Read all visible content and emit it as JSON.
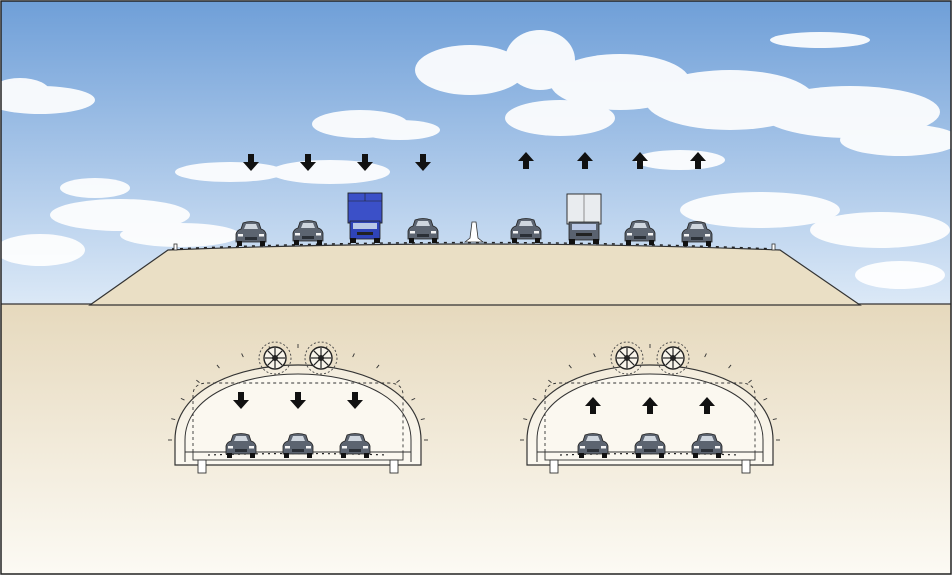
{
  "diagram": {
    "kind": "road-and-twin-tunnel-cross-section",
    "colors": {
      "sky_top": "#6f9fd8",
      "sky_bottom": "#d9e8f7",
      "ground_top": "#eadfc7",
      "ground_bottom": "#fbf8f1",
      "arrow": "#111111",
      "truck_blue": "#3b50c8",
      "truck_white": "#e9ecef",
      "car_body": "#5c6470",
      "line": "#333333"
    },
    "surface": {
      "southbound_arrows": 4,
      "northbound_arrows": 4,
      "southbound_vehicles": [
        "car",
        "car",
        "truck-blue",
        "car"
      ],
      "northbound_vehicles": [
        "car",
        "truck-white",
        "car",
        "car"
      ],
      "median_barrier": true
    },
    "tunnels": [
      {
        "name": "left-tunnel",
        "direction": "down",
        "lanes": 3,
        "jet_fans": 2
      },
      {
        "name": "right-tunnel",
        "direction": "up",
        "lanes": 3,
        "jet_fans": 2
      }
    ],
    "icons": {
      "arrow_down": "arrow-down-icon",
      "arrow_up": "arrow-up-icon",
      "car": "car-icon",
      "truck": "truck-icon",
      "fan": "jet-fan-icon"
    }
  }
}
